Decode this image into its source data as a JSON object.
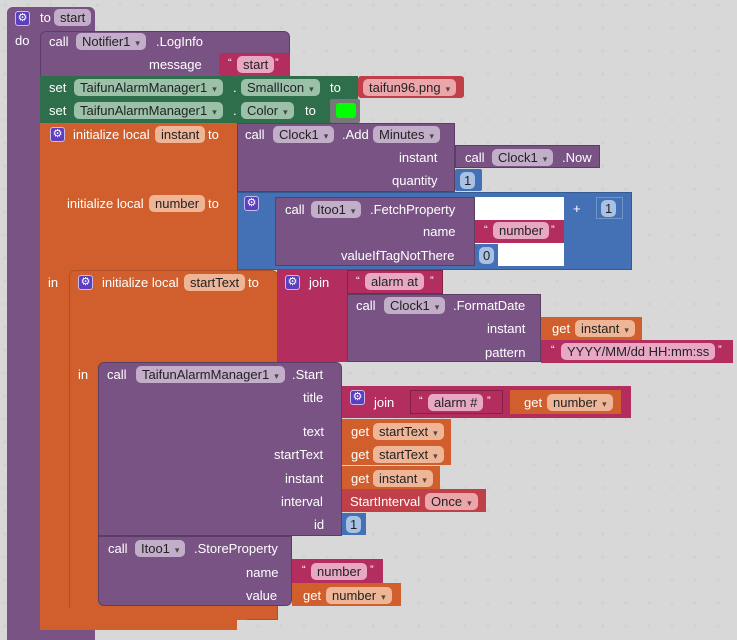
{
  "procedure": {
    "gear_icon": "gear-icon",
    "to_label": "to",
    "name": "start",
    "do_label": "do"
  },
  "log_info": {
    "call_label": "call",
    "component": "Notifier1",
    "method": ".LogInfo",
    "message_label": "message",
    "message_value": "start"
  },
  "set_small_icon": {
    "set_label": "set",
    "component": "TaifunAlarmManager1",
    "dot": ".",
    "property": "SmallIcon",
    "to_label": "to",
    "value": "taifun96.png"
  },
  "set_color": {
    "set_label": "set",
    "component": "TaifunAlarmManager1",
    "dot": ".",
    "property": "Color",
    "to_label": "to",
    "color_value": "#00ff00"
  },
  "init_instant": {
    "label": "initialize local",
    "var": "instant",
    "to_label": "to",
    "call_label": "call",
    "component": "Clock1",
    "method": ".Add",
    "unit": "Minutes",
    "instant_label": "instant",
    "now_call_label": "call",
    "now_component": "Clock1",
    "now_method": ".Now",
    "quantity_label": "quantity",
    "quantity_value": "1"
  },
  "init_number": {
    "label": "initialize local",
    "var": "number",
    "to_label": "to",
    "call_label": "call",
    "component": "Itoo1",
    "method": ".FetchProperty",
    "name_label": "name",
    "name_value": "number",
    "default_label": "valueIfTagNotThere",
    "default_value": "0",
    "plus": "+",
    "add_value": "1"
  },
  "in_label_outer": "in",
  "init_start_text": {
    "label": "initialize local",
    "var": "startText",
    "to_label": "to",
    "join_label": "join",
    "text1": "alarm at",
    "call_label": "call",
    "component": "Clock1",
    "method": ".FormatDate",
    "instant_label": "instant",
    "get_label": "get",
    "get_var": "instant",
    "pattern_label": "pattern",
    "pattern_value": "YYYY/MM/dd HH:mm:ss"
  },
  "in_label_inner": "in",
  "alarm_start": {
    "call_label": "call",
    "component": "TaifunAlarmManager1",
    "method": ".Start",
    "title_label": "title",
    "join_label": "join",
    "title_text": "alarm #",
    "title_get_label": "get",
    "title_get_var": "number",
    "text_label": "text",
    "text_get_label": "get",
    "text_get_var": "startText",
    "starttext_label": "startText",
    "starttext_get_label": "get",
    "starttext_get_var": "startText",
    "instant_label": "instant",
    "instant_get_label": "get",
    "instant_get_var": "instant",
    "interval_label": "interval",
    "interval_block": "StartInterval",
    "interval_value": "Once",
    "id_label": "id",
    "id_value": "1"
  },
  "store_property": {
    "call_label": "call",
    "component": "Itoo1",
    "method": ".StoreProperty",
    "name_label": "name",
    "name_value": "number",
    "value_label": "value",
    "get_label": "get",
    "get_var": "number"
  }
}
